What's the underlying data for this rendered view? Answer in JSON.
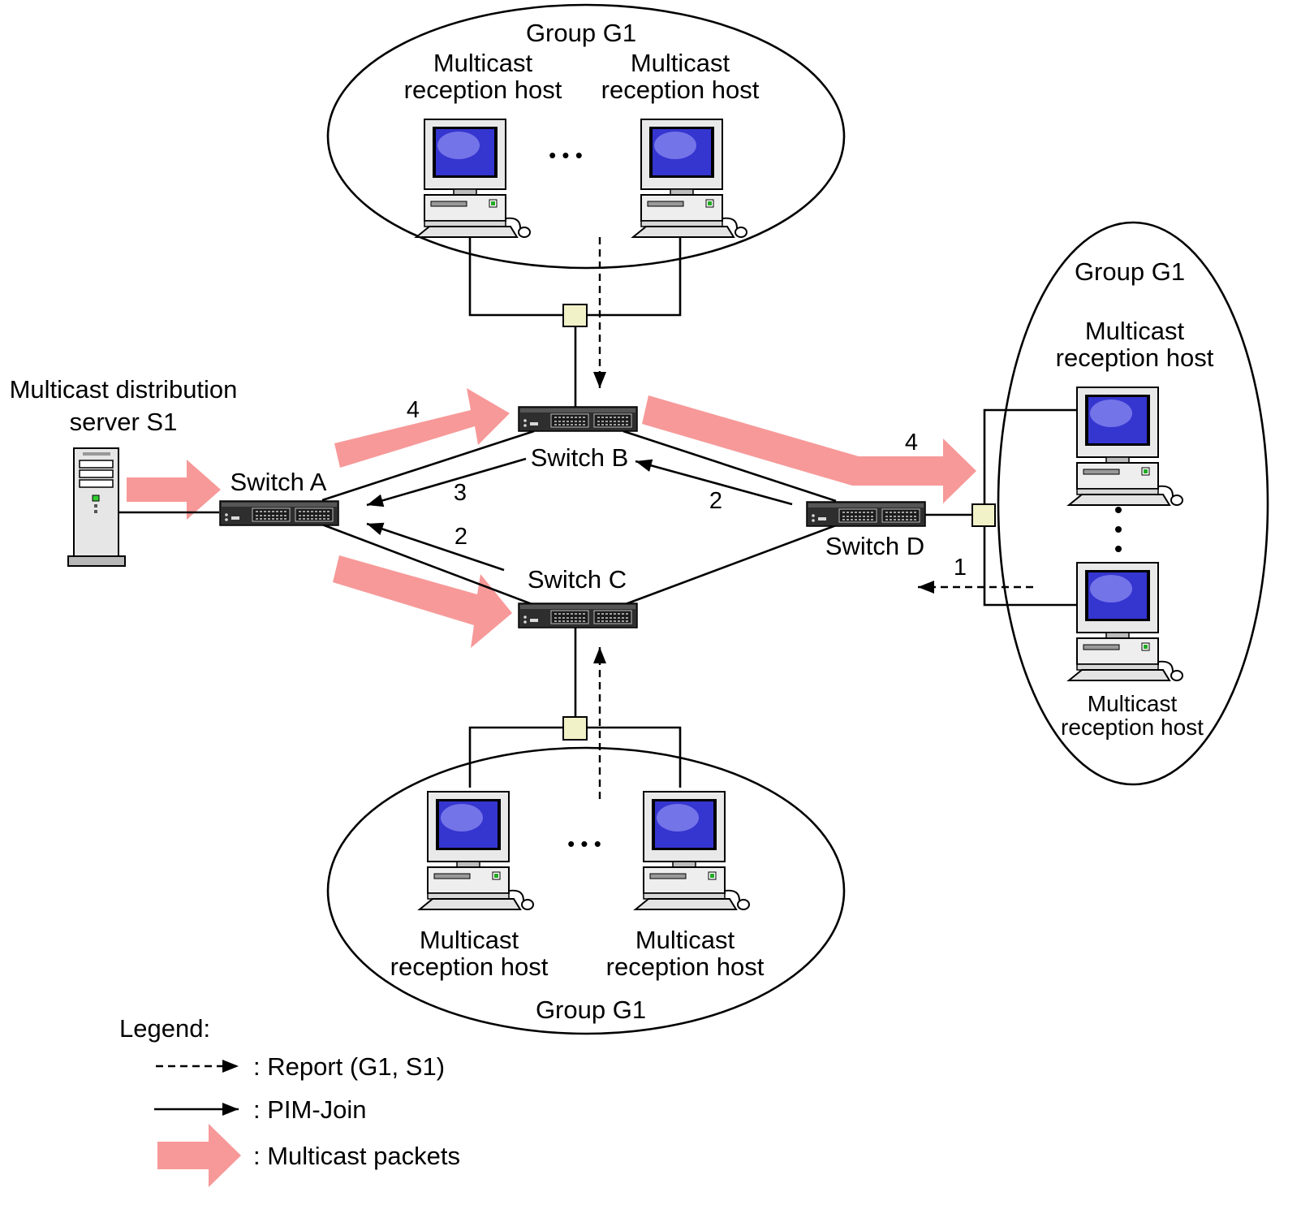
{
  "colors": {
    "multicast_arrow": "#f79999",
    "screen": "#3b3bd6",
    "hub": "#f2f2c8",
    "switch_body": "#2e2e2e"
  },
  "server": {
    "label_line1": "Multicast distribution",
    "label_line2": "server S1",
    "icon": "server-tower-icon"
  },
  "switches": {
    "a": "Switch A",
    "b": "Switch B",
    "c": "Switch C",
    "d": "Switch D"
  },
  "groups": {
    "top": {
      "title": "Group G1",
      "hosts": [
        {
          "line1": "Multicast",
          "line2": "reception host"
        },
        {
          "line1": "Multicast",
          "line2": "reception host"
        }
      ],
      "ellipsis": "• • •"
    },
    "right": {
      "title": "Group G1",
      "hosts": [
        {
          "line1": "Multicast",
          "line2": "reception host"
        },
        {
          "line1": "Multicast",
          "line2": "reception host"
        }
      ]
    },
    "bottom": {
      "title": "Group G1",
      "hosts": [
        {
          "line1": "Multicast",
          "line2": "reception host"
        },
        {
          "line1": "Multicast",
          "line2": "reception host"
        }
      ],
      "ellipsis": "• • •"
    }
  },
  "steps": {
    "report_right": "1",
    "join_d_to_b": "2",
    "join_c_to_a": "2",
    "join_b_to_a": "3",
    "mc_a_to_b": "4",
    "mc_b_to_d": "4"
  },
  "legend": {
    "title": "Legend:",
    "items": [
      {
        "style": "dashed-arrow",
        "label": ": Report (G1, S1)"
      },
      {
        "style": "solid-arrow",
        "label": ": PIM-Join"
      },
      {
        "style": "block-arrow",
        "label": ": Multicast packets"
      }
    ]
  }
}
